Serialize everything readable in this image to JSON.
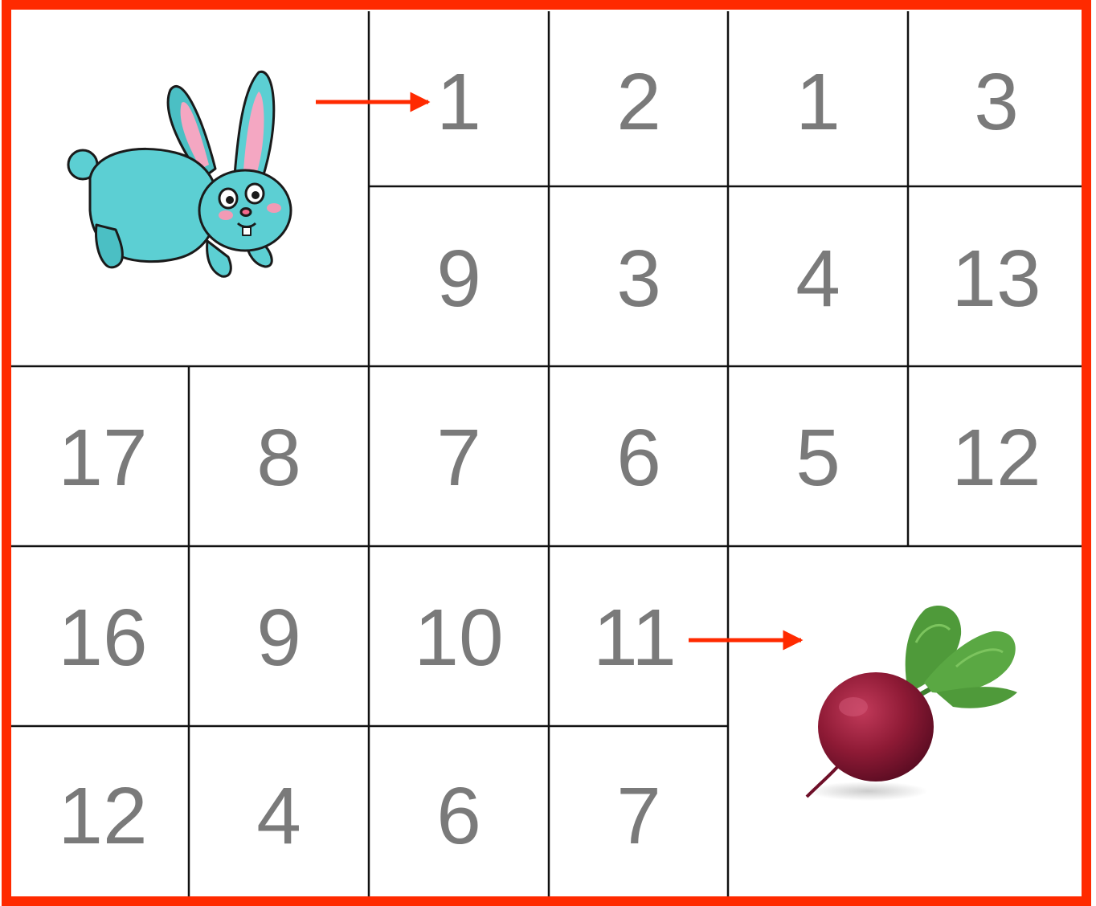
{
  "puzzle": {
    "start_icon": "rabbit-icon",
    "goal_icon": "beet-icon",
    "row1": [
      "1",
      "2",
      "1",
      "3"
    ],
    "row2": [
      "9",
      "3",
      "4",
      "13"
    ],
    "row3": [
      "17",
      "8",
      "7",
      "6",
      "5",
      "12"
    ],
    "row4": [
      "16",
      "9",
      "10",
      "11"
    ],
    "row5": [
      "12",
      "4",
      "6",
      "7"
    ]
  },
  "colors": {
    "border": "#ff2a00",
    "arrow": "#ff2a00",
    "number": "#7a7a7a",
    "grid": "#111111",
    "rabbit_body": "#5ccfd3",
    "rabbit_ear_inner": "#f4a7c2",
    "beet_root": "#8e1a35",
    "beet_leaves": "#4f9a3a"
  }
}
